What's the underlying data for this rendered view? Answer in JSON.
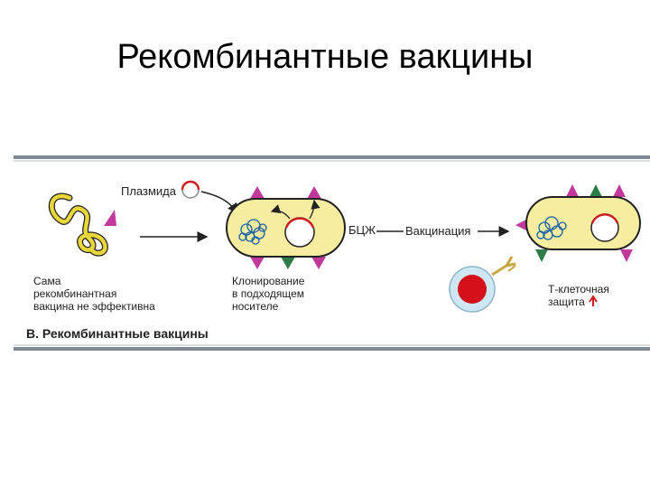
{
  "slide": {
    "title": "Рекомбинантные вакцины"
  },
  "figure": {
    "labels": {
      "plasmid": "Плазмида",
      "bcg": "БЦЖ",
      "vaccination": "Вакцинация",
      "cloning": [
        "Клонирование",
        "в подходящем",
        "носителе"
      ],
      "alone": [
        "Сама",
        "рекомбинантная",
        "вакцина не эффективна"
      ],
      "tcell": [
        "Т-клеточная",
        "защита"
      ],
      "caption": "В. Рекомбинантные вакцины"
    },
    "colors": {
      "frame_stripe": "#7f8a93",
      "cell_fill": "#f6eda0",
      "cell_stroke": "#222222",
      "antigen_magenta": "#c0399b",
      "antigen_green": "#2e7d46",
      "plasmid_red": "#cc2020",
      "dna_blue": "#1a5fa8",
      "tcell_red": "#d4101b",
      "tcell_halo": "#cfe7f2",
      "yellow_dna": "#e8d63a"
    }
  }
}
